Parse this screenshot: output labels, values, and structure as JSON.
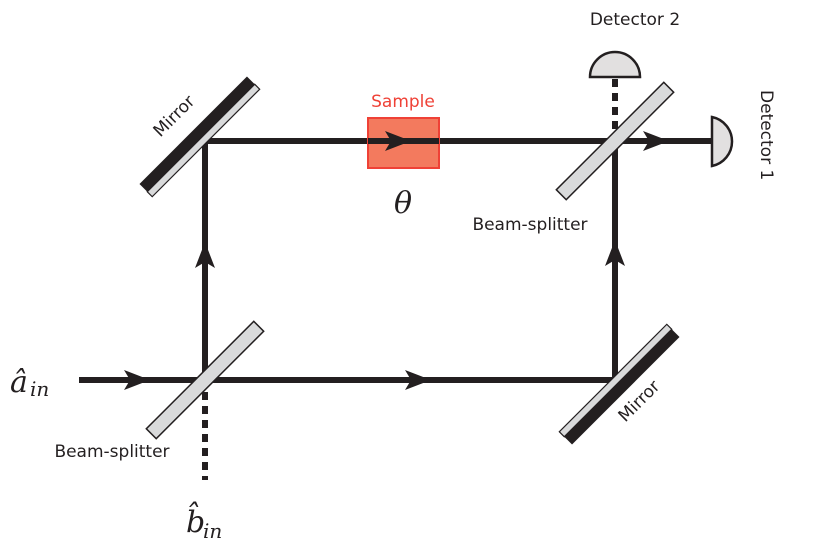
{
  "diagram": {
    "type": "Mach-Zehnder interferometer",
    "inputs": {
      "a": {
        "symbol": "â",
        "subscript": "in"
      },
      "b": {
        "symbol": "b̂",
        "subscript": "in"
      }
    },
    "labels": {
      "beam_splitter_1": "Beam-splitter",
      "beam_splitter_2": "Beam-splitter",
      "mirror_top_left": "Mirror",
      "mirror_bottom_right": "Mirror",
      "sample": "Sample",
      "phase": "θ",
      "detector_1": "Detector 1",
      "detector_2": "Detector 2"
    },
    "colors": {
      "beam": "#231f20",
      "sample_fill": "#f37a5e",
      "sample_stroke": "#ef4136",
      "sample_label": "#ef4136",
      "optic_fill": "#d9dadb",
      "detector_fill": "#e2e0e0"
    }
  }
}
